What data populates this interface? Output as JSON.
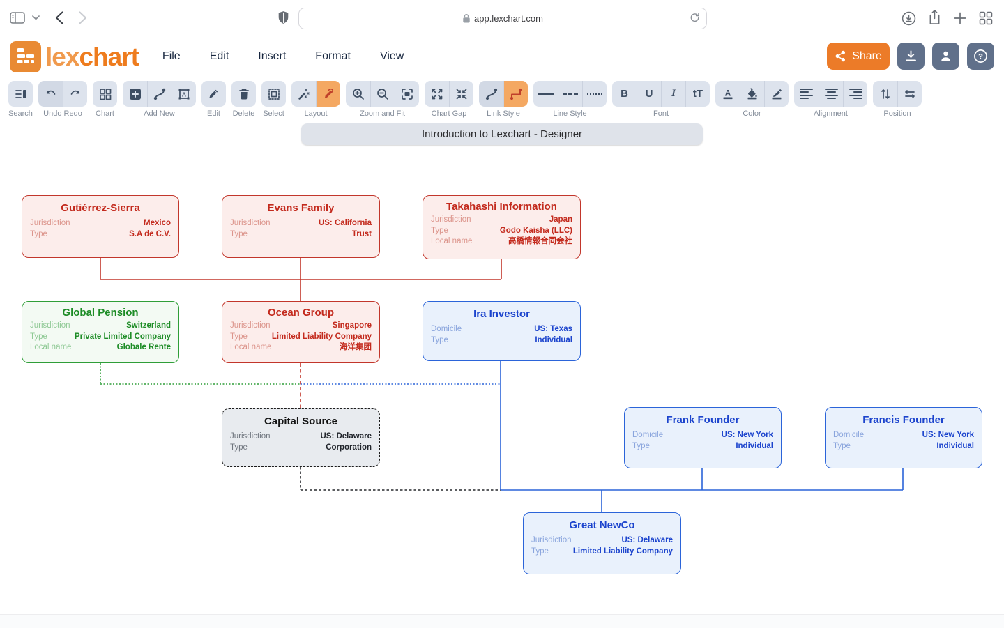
{
  "browser": {
    "url": "app.lexchart.com",
    "icons": [
      "sidebar-toggle-icon",
      "tab-chevron-icon",
      "back-icon",
      "forward-icon",
      "privacy-shield-icon",
      "lock-icon",
      "reload-icon",
      "downloads-icon",
      "share-page-icon",
      "new-tab-icon",
      "tab-overview-icon"
    ]
  },
  "header": {
    "logo_lex": "lex",
    "logo_chart": "chart",
    "menus": [
      {
        "label": "File"
      },
      {
        "label": "Edit"
      },
      {
        "label": "Insert"
      },
      {
        "label": "Format"
      },
      {
        "label": "View"
      }
    ],
    "share_label": "Share",
    "right_buttons": [
      "share-button",
      "export-button",
      "account-button",
      "help-button"
    ]
  },
  "toolbar": {
    "groups": [
      {
        "label": "Search"
      },
      {
        "label": "Undo Redo"
      },
      {
        "label": "Chart"
      },
      {
        "label": "Add New"
      },
      {
        "label": "Edit"
      },
      {
        "label": "Delete"
      },
      {
        "label": "Select"
      },
      {
        "label": "Layout"
      },
      {
        "label": "Zoom and Fit"
      },
      {
        "label": "Chart Gap"
      },
      {
        "label": "Link Style"
      },
      {
        "label": "Line Style"
      },
      {
        "label": "Font"
      },
      {
        "label": "Color"
      },
      {
        "label": "Alignment"
      },
      {
        "label": "Position"
      }
    ],
    "font": {
      "bold": "B",
      "underline": "U",
      "italic": "I",
      "size": "tT"
    }
  },
  "title_bar": {
    "text": "Introduction to Lexchart - Designer"
  },
  "canvas": {
    "nodes": [
      {
        "title": "Gutiérrez-Sierra",
        "theme": "red",
        "rows": [
          {
            "label": "Jurisdiction",
            "value": "Mexico"
          },
          {
            "label": "Type",
            "value": "S.A de C.V."
          }
        ]
      },
      {
        "title": "Evans Family",
        "theme": "red",
        "rows": [
          {
            "label": "Jurisdiction",
            "value": "US: California"
          },
          {
            "label": "Type",
            "value": "Trust"
          }
        ]
      },
      {
        "title": "Takahashi Information",
        "theme": "red",
        "rows": [
          {
            "label": "Jurisdiction",
            "value": "Japan"
          },
          {
            "label": "Type",
            "value": "Godo Kaisha (LLC)"
          },
          {
            "label": "Local name",
            "value": "高橋情報合同会社"
          }
        ]
      },
      {
        "title": "Global Pension",
        "theme": "green",
        "rows": [
          {
            "label": "Jurisdiction",
            "value": "Switzerland"
          },
          {
            "label": "Type",
            "value": "Private Limited Company"
          },
          {
            "label": "Local name",
            "value": "Globale Rente"
          }
        ]
      },
      {
        "title": "Ocean Group",
        "theme": "red",
        "rows": [
          {
            "label": "Jurisdiction",
            "value": "Singapore"
          },
          {
            "label": "Type",
            "value": "Limited Liability Company"
          },
          {
            "label": "Local name",
            "value": "海洋集团"
          }
        ]
      },
      {
        "title": "Ira Investor",
        "theme": "blue",
        "rows": [
          {
            "label": "Domicile",
            "value": "US: Texas"
          },
          {
            "label": "Type",
            "value": "Individual"
          }
        ]
      },
      {
        "title": "Capital Source",
        "theme": "neutral",
        "rows": [
          {
            "label": "Jurisdiction",
            "value": "US: Delaware"
          },
          {
            "label": "Type",
            "value": "Corporation"
          }
        ]
      },
      {
        "title": "Frank Founder",
        "theme": "blue",
        "rows": [
          {
            "label": "Domicile",
            "value": "US: New York"
          },
          {
            "label": "Type",
            "value": "Individual"
          }
        ]
      },
      {
        "title": "Francis Founder",
        "theme": "blue",
        "rows": [
          {
            "label": "Domicile",
            "value": "US: New York"
          },
          {
            "label": "Type",
            "value": "Individual"
          }
        ]
      },
      {
        "title": "Great NewCo",
        "theme": "blue",
        "rows": [
          {
            "label": "Jurisdiction",
            "value": "US: Delaware"
          },
          {
            "label": "Type",
            "value": "Limited Liability Company"
          }
        ]
      }
    ],
    "edges": [
      {
        "from": "Gutiérrez-Sierra",
        "to": "Ocean Group",
        "style": "solid",
        "color": "red"
      },
      {
        "from": "Evans Family",
        "to": "Ocean Group",
        "style": "solid",
        "color": "red"
      },
      {
        "from": "Takahashi Information",
        "to": "Ocean Group",
        "style": "solid",
        "color": "red"
      },
      {
        "from": "Ocean Group",
        "to": "Capital Source",
        "style": "dashed",
        "color": "red"
      },
      {
        "from": "Global Pension",
        "to": "Capital Source",
        "style": "dotted",
        "color": "green"
      },
      {
        "from": "Ira Investor",
        "to": "Capital Source",
        "style": "dotted",
        "color": "blue"
      },
      {
        "from": "Ira Investor",
        "to": "Great NewCo",
        "style": "solid",
        "color": "blue"
      },
      {
        "from": "Capital Source",
        "to": "Great NewCo",
        "style": "dashed",
        "color": "black"
      },
      {
        "from": "Frank Founder",
        "to": "Great NewCo",
        "style": "solid",
        "color": "blue"
      },
      {
        "from": "Francis Founder",
        "to": "Great NewCo",
        "style": "solid",
        "color": "blue"
      }
    ]
  },
  "colors": {
    "brand_orange": "#ee7c1e",
    "active_highlight": "#f4a862",
    "toolbar_icon": "#3e4e63",
    "entity_red": "#c2362b",
    "entity_green": "#2f9e38",
    "entity_blue": "#2b64d9",
    "entity_neutral": "#1c1c1c",
    "header_button_gray": "#60708a"
  }
}
